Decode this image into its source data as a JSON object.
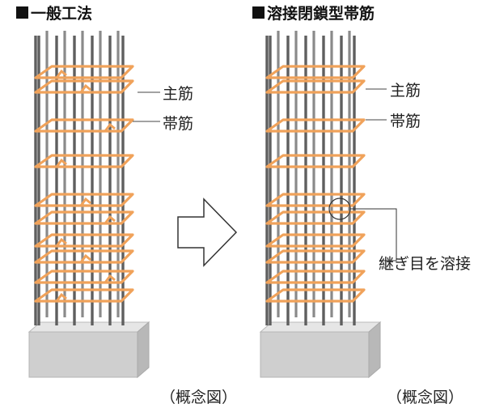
{
  "left_panel": {
    "heading": "一般工法",
    "main_rebar_label": "主筋",
    "hoop_label": "帯筋",
    "caption": "（概念図）"
  },
  "right_panel": {
    "heading": "溶接閉鎖型帯筋",
    "main_rebar_label": "主筋",
    "hoop_label": "帯筋",
    "weld_label": "継ぎ目を溶接",
    "caption": "（概念図）"
  },
  "colors": {
    "rebar": "#6f6f6f",
    "hoop": "#f0a25a",
    "concrete": "#cfcfcf",
    "text": "#222222"
  },
  "icons": {
    "arrow": "right-arrow-outline-icon"
  }
}
